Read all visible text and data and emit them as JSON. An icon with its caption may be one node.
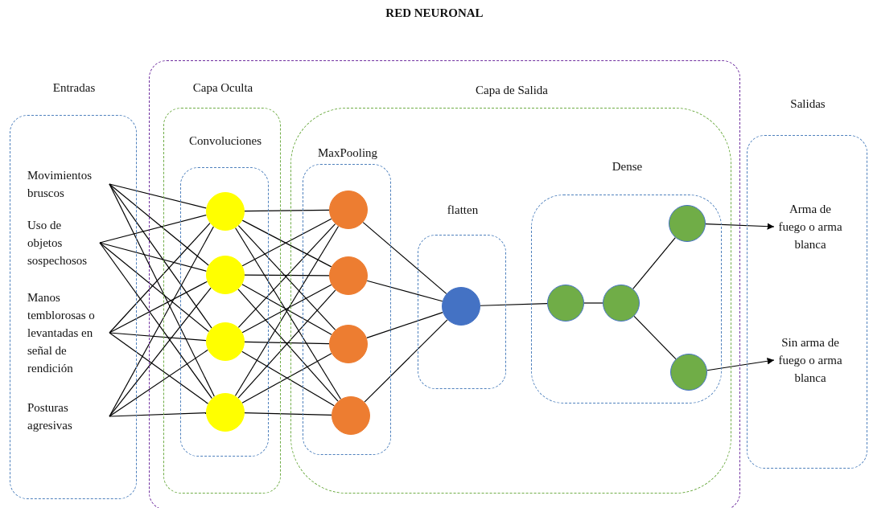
{
  "diagram": {
    "title": "RED NEURONAL",
    "nodes": [
      {
        "text": [
          "Entradas"
        ]
      },
      {
        "text": [
          "Movimientos bruscos"
        ],
        "in": 0
      },
      {
        "text": [
          "Uso de objetos sospechosos"
        ],
        "in": 0
      },
      {
        "text": [
          "Manos temblorosas o levantadas en señal de rendición"
        ],
        "in": 0
      },
      {
        "text": [
          "Posturas agresivas"
        ],
        "in": 0
      },
      {
        "text": [],
        "shape": "box"
      },
      {
        "text": [
          "Capa Oculta"
        ],
        "in": 5
      },
      {
        "text": [
          "Convoluciones"
        ],
        "in": 6
      },
      {
        "text": [],
        "shape": "circle",
        "in": 7
      },
      {
        "text": [],
        "shape": "circle",
        "in": 7
      },
      {
        "text": [],
        "shape": "circle",
        "in": 7
      },
      {
        "text": [],
        "shape": "circle",
        "in": 7
      },
      {
        "text": [
          "Capa de Salida"
        ],
        "in": 5
      },
      {
        "text": [
          "MaxPooling"
        ],
        "in": 12
      },
      {
        "text": [],
        "shape": "circle",
        "in": 13
      },
      {
        "text": [],
        "shape": "circle",
        "in": 13
      },
      {
        "text": [],
        "shape": "circle",
        "in": 13
      },
      {
        "text": [],
        "shape": "circle",
        "in": 13
      },
      {
        "text": [
          "flatten"
        ],
        "in": 12
      },
      {
        "text": [],
        "shape": "circle",
        "in": 18
      },
      {
        "text": [
          "Dense"
        ],
        "in": 12
      },
      {
        "text": [],
        "shape": "circle",
        "in": 20
      },
      {
        "text": [],
        "shape": "circle",
        "in": 20
      },
      {
        "text": [],
        "shape": "circle",
        "in": 20
      },
      {
        "text": [],
        "shape": "circle",
        "in": 20
      },
      {
        "text": [
          "Salidas"
        ]
      },
      {
        "text": [
          "Arma de fuego o arma blanca"
        ],
        "in": 25
      },
      {
        "text": [
          "Sin arma de fuego o arma blanca"
        ],
        "in": 25
      }
    ],
    "edges": [
      {
        "from": 1,
        "to": 8,
        "arrow": "none"
      },
      {
        "from": 1,
        "to": 9,
        "arrow": "none"
      },
      {
        "from": 1,
        "to": 10,
        "arrow": "none"
      },
      {
        "from": 1,
        "to": 11,
        "arrow": "none"
      },
      {
        "from": 2,
        "to": 8,
        "arrow": "none"
      },
      {
        "from": 2,
        "to": 9,
        "arrow": "none"
      },
      {
        "from": 2,
        "to": 10,
        "arrow": "none"
      },
      {
        "from": 2,
        "to": 11,
        "arrow": "none"
      },
      {
        "from": 3,
        "to": 8,
        "arrow": "none"
      },
      {
        "from": 3,
        "to": 9,
        "arrow": "none"
      },
      {
        "from": 3,
        "to": 10,
        "arrow": "none"
      },
      {
        "from": 3,
        "to": 11,
        "arrow": "none"
      },
      {
        "from": 4,
        "to": 8,
        "arrow": "none"
      },
      {
        "from": 4,
        "to": 9,
        "arrow": "none"
      },
      {
        "from": 4,
        "to": 10,
        "arrow": "none"
      },
      {
        "from": 4,
        "to": 11,
        "arrow": "none"
      },
      {
        "from": 8,
        "to": 14,
        "arrow": "none"
      },
      {
        "from": 8,
        "to": 15,
        "arrow": "none"
      },
      {
        "from": 8,
        "to": 16,
        "arrow": "none"
      },
      {
        "from": 8,
        "to": 17,
        "arrow": "none"
      },
      {
        "from": 9,
        "to": 14,
        "arrow": "none"
      },
      {
        "from": 9,
        "to": 15,
        "arrow": "none"
      },
      {
        "from": 9,
        "to": 16,
        "arrow": "none"
      },
      {
        "from": 9,
        "to": 17,
        "arrow": "none"
      },
      {
        "from": 10,
        "to": 14,
        "arrow": "none"
      },
      {
        "from": 10,
        "to": 15,
        "arrow": "none"
      },
      {
        "from": 10,
        "to": 16,
        "arrow": "none"
      },
      {
        "from": 10,
        "to": 17,
        "arrow": "none"
      },
      {
        "from": 11,
        "to": 14,
        "arrow": "none"
      },
      {
        "from": 11,
        "to": 15,
        "arrow": "none"
      },
      {
        "from": 11,
        "to": 16,
        "arrow": "none"
      },
      {
        "from": 11,
        "to": 17,
        "arrow": "none"
      },
      {
        "from": 14,
        "to": 19,
        "arrow": "none"
      },
      {
        "from": 15,
        "to": 19,
        "arrow": "none"
      },
      {
        "from": 16,
        "to": 19,
        "arrow": "none"
      },
      {
        "from": 17,
        "to": 19,
        "arrow": "none"
      },
      {
        "from": 19,
        "to": 21,
        "arrow": "none"
      },
      {
        "from": 21,
        "to": 22,
        "arrow": "none"
      },
      {
        "from": 22,
        "to": 23,
        "arrow": "none"
      },
      {
        "from": 22,
        "to": 24,
        "arrow": "none"
      },
      {
        "from": 23,
        "to": 26,
        "arrow": "to"
      },
      {
        "from": 24,
        "to": 27,
        "arrow": "to"
      }
    ]
  }
}
